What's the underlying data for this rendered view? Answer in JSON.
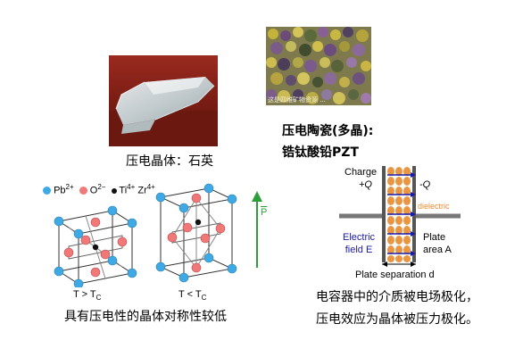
{
  "quartz": {
    "caption": "压电晶体：石英"
  },
  "ceramic": {
    "watermark": "这是四维矿物资源 ...",
    "title": "压电陶瓷(多晶):",
    "subtitle": "锆钛酸铅PZT"
  },
  "crystal": {
    "legend_pb": "Pb",
    "legend_pb_sup": "2+",
    "legend_o": "O",
    "legend_o_sup": "2−",
    "legend_ti": "Ti",
    "legend_ti_sup": "4+",
    "legend_zr": "Zr",
    "legend_zr_sup": "4+",
    "left_label": "T > T",
    "left_label_sub": "C",
    "right_label": "T < T",
    "right_label_sub": "C",
    "arrow_label": "P",
    "caption": "具有压电性的晶体对称性较低"
  },
  "capacitor": {
    "charge_label": "Charge",
    "plus_q": "+Q",
    "minus_q": "-Q",
    "dielectric_label": "dielectric",
    "field_line1": "Electric",
    "field_line2": "field E",
    "plate_line1": "Plate",
    "plate_line2": "area A",
    "separation_label": "Plate separation d",
    "caption_line1": "电容器中的介质被电场极化，",
    "caption_line2": "压电效应为晶体被压力极化。"
  },
  "colors": {
    "pb": "#3fa9e6",
    "o": "#f07878",
    "ti": "#111111",
    "arrow": "#2e9e3a",
    "field": "#1a1aa8",
    "dielectric": "#e88a2e"
  }
}
